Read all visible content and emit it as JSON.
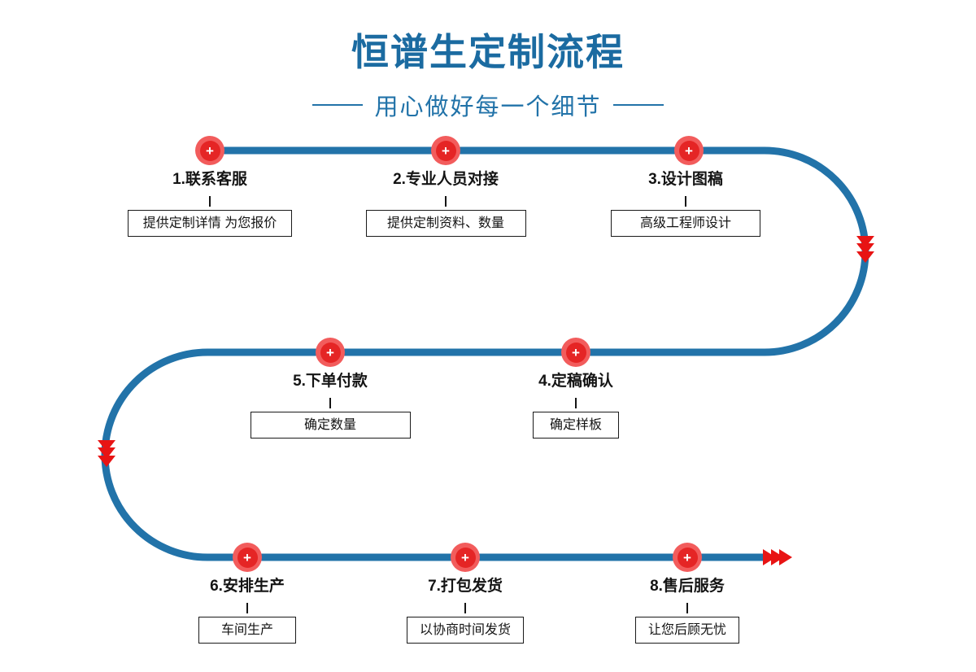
{
  "page": {
    "title": "恒谱生定制流程",
    "subtitle": "用心做好每一个细节"
  },
  "glyphs": {
    "plus": "+"
  },
  "colors": {
    "title_blue": "#1b6ba1",
    "path_blue": "#2273a9",
    "node_red_outer": "#f25c5c",
    "node_red_inner": "#e52525",
    "arrow_red": "#e81414",
    "text_dark": "#141414"
  },
  "steps": [
    {
      "label": "1.联系客服",
      "note": "提供定制详情 为您报价"
    },
    {
      "label": "2.专业人员对接",
      "note": "提供定制资料、数量"
    },
    {
      "label": "3.设计图稿",
      "note": "高级工程师设计"
    },
    {
      "label": "4.定稿确认",
      "note": "确定样板"
    },
    {
      "label": "5.下单付款",
      "note": "确定数量"
    },
    {
      "label": "6.安排生产",
      "note": "车间生产"
    },
    {
      "label": "7.打包发货",
      "note": "以协商时间发货"
    },
    {
      "label": "8.售后服务",
      "note": "让您后顾无忧"
    }
  ]
}
